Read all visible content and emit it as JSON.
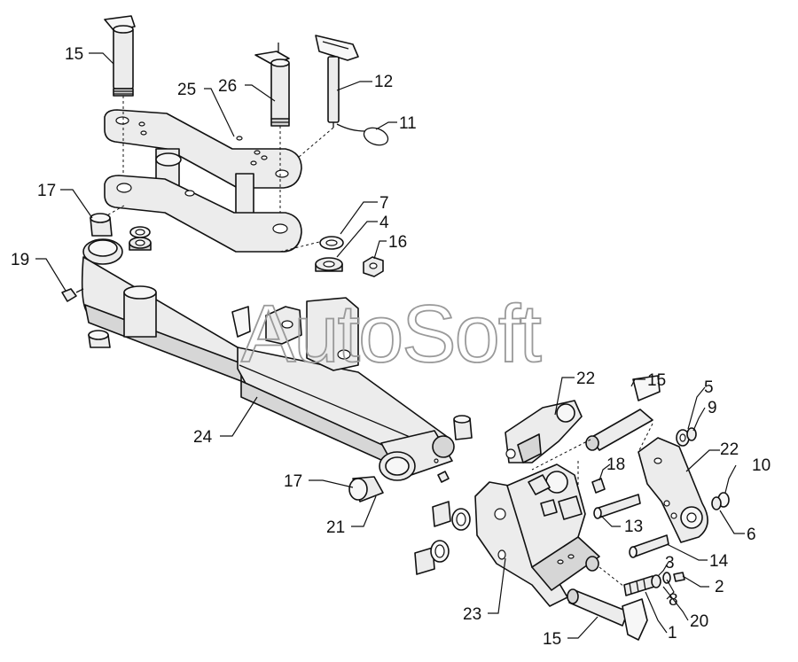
{
  "watermark": "AutoSoft",
  "callouts": [
    {
      "id": "c15a",
      "text": "15"
    },
    {
      "id": "c25",
      "text": "25"
    },
    {
      "id": "c26",
      "text": "26"
    },
    {
      "id": "c12",
      "text": "12"
    },
    {
      "id": "c11",
      "text": "11"
    },
    {
      "id": "c17a",
      "text": "17"
    },
    {
      "id": "c7",
      "text": "7"
    },
    {
      "id": "c4",
      "text": "4"
    },
    {
      "id": "c16",
      "text": "16"
    },
    {
      "id": "c19",
      "text": "19"
    },
    {
      "id": "c22a",
      "text": "22"
    },
    {
      "id": "c15b",
      "text": "15"
    },
    {
      "id": "c5",
      "text": "5"
    },
    {
      "id": "c9",
      "text": "9"
    },
    {
      "id": "c22b",
      "text": "22"
    },
    {
      "id": "c10",
      "text": "10"
    },
    {
      "id": "c24",
      "text": "24"
    },
    {
      "id": "c18",
      "text": "18"
    },
    {
      "id": "c17b",
      "text": "17"
    },
    {
      "id": "c6",
      "text": "6"
    },
    {
      "id": "c13",
      "text": "13"
    },
    {
      "id": "c21",
      "text": "21"
    },
    {
      "id": "c14",
      "text": "14"
    },
    {
      "id": "c3",
      "text": "3"
    },
    {
      "id": "c2",
      "text": "2"
    },
    {
      "id": "c8",
      "text": "8"
    },
    {
      "id": "c23",
      "text": "23"
    },
    {
      "id": "c20",
      "text": "20"
    },
    {
      "id": "c1",
      "text": "1"
    },
    {
      "id": "c15c",
      "text": "15"
    }
  ]
}
